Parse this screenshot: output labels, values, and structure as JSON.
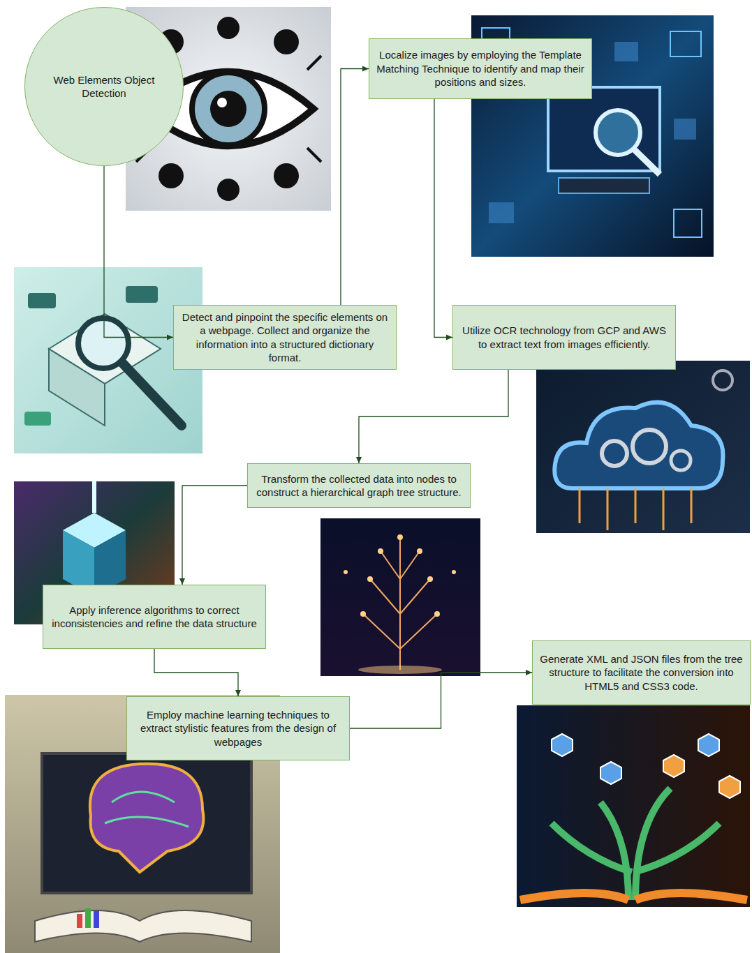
{
  "diagram": {
    "nodes": [
      {
        "text": [
          "Web Elements Object Detection"
        ]
      },
      {
        "text": [
          "Detect and pinpoint the specific elements on a webpage. Collect and organize the information into a structured dictionary format."
        ]
      },
      {
        "text": [
          "Localize images by employing the Template Matching Technique to identify and map their positions and sizes."
        ]
      },
      {
        "text": [
          "Utilize OCR technology from GCP and AWS to extract text from images efficiently."
        ]
      },
      {
        "text": [
          "Transform the collected data into nodes to construct a hierarchical graph tree structure."
        ]
      },
      {
        "text": [
          "Apply inference algorithms to correct inconsistencies and refine the data structure"
        ]
      },
      {
        "text": [
          "Employ machine learning techniques to extract stylistic features from the design of webpages"
        ]
      },
      {
        "text": [
          "Generate XML and JSON files from the tree structure to facilitate the conversion into HTML5 and CSS3 code."
        ]
      }
    ],
    "edges": [
      {
        "from": 0,
        "to": 1,
        "arrow": "to"
      },
      {
        "from": 1,
        "to": 2,
        "arrow": "to"
      },
      {
        "from": 2,
        "to": 3,
        "arrow": "to"
      },
      {
        "from": 3,
        "to": 4,
        "arrow": "to"
      },
      {
        "from": 4,
        "to": 5,
        "arrow": "to"
      },
      {
        "from": 5,
        "to": 6,
        "arrow": "to"
      },
      {
        "from": 6,
        "to": 7,
        "arrow": "to"
      }
    ]
  }
}
